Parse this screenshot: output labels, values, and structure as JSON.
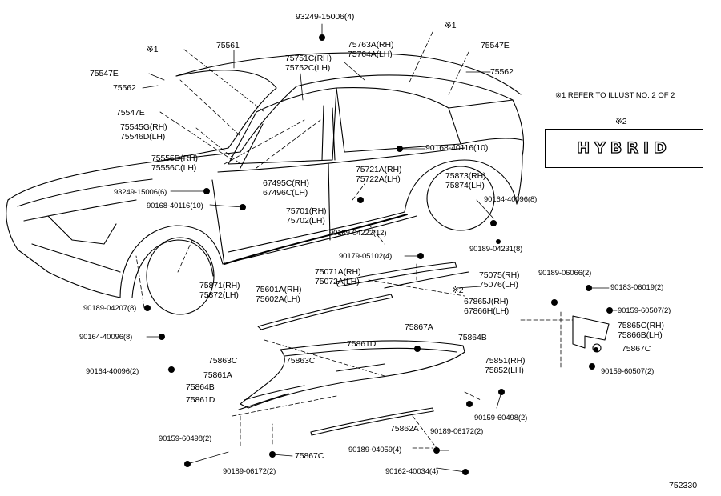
{
  "note": "※1 REFER TO ILLUST NO. 2 OF 2",
  "badge_marker": "※2",
  "badge_text": "HYBRID",
  "drawing_number": "752330",
  "callouts": [
    {
      "id": "p93249_15006_4_top",
      "text": "93249-15006(4)"
    },
    {
      "id": "mark1_left",
      "text": "※1"
    },
    {
      "id": "mark1_top",
      "text": "※1"
    },
    {
      "id": "p75561",
      "text": "75561"
    },
    {
      "id": "p75763a",
      "text": "75763A(RH)"
    },
    {
      "id": "p75764a",
      "text": "75764A(LH)"
    },
    {
      "id": "p75547e_right",
      "text": "75547E"
    },
    {
      "id": "p75547e_left",
      "text": "75547E"
    },
    {
      "id": "p75751c",
      "text": "75751C(RH)"
    },
    {
      "id": "p75752c",
      "text": "75752C(LH)"
    },
    {
      "id": "p75562_left",
      "text": "75562"
    },
    {
      "id": "p75562_right",
      "text": "75562"
    },
    {
      "id": "p75547e_mid",
      "text": "75547E"
    },
    {
      "id": "p75545g",
      "text": "75545G(RH)"
    },
    {
      "id": "p75546d",
      "text": "75546D(LH)"
    },
    {
      "id": "p90168_40116_10_right",
      "text": "90168-40116(10)"
    },
    {
      "id": "p75555d",
      "text": "75555D(RH)"
    },
    {
      "id": "p75556c",
      "text": "75556C(LH)"
    },
    {
      "id": "p75721a",
      "text": "75721A(RH)"
    },
    {
      "id": "p75722a",
      "text": "75722A(LH)"
    },
    {
      "id": "p75873",
      "text": "75873(RH)"
    },
    {
      "id": "p75874",
      "text": "75874(LH)"
    },
    {
      "id": "p67495c",
      "text": "67495C(RH)"
    },
    {
      "id": "p67496c",
      "text": "67496C(LH)"
    },
    {
      "id": "p93249_15006_6",
      "text": "93249-15006(6)"
    },
    {
      "id": "p90164_40096_8_right",
      "text": "90164-40096(8)"
    },
    {
      "id": "p90168_40116_10_left",
      "text": "90168-40116(10)"
    },
    {
      "id": "p75701",
      "text": "75701(RH)"
    },
    {
      "id": "p75702",
      "text": "75702(LH)"
    },
    {
      "id": "p90189_04222",
      "text": "90189-04222(12)"
    },
    {
      "id": "p90189_04231",
      "text": "90189-04231(8)"
    },
    {
      "id": "p90179_05102",
      "text": "90179-05102(4)"
    },
    {
      "id": "p75071a",
      "text": "75071A(RH)"
    },
    {
      "id": "p75072a",
      "text": "75072A(LH)"
    },
    {
      "id": "p75075",
      "text": "75075(RH)"
    },
    {
      "id": "p75076",
      "text": "75076(LH)"
    },
    {
      "id": "p75871",
      "text": "75871(RH)"
    },
    {
      "id": "p75872",
      "text": "75872(LH)"
    },
    {
      "id": "p75601a",
      "text": "75601A(RH)"
    },
    {
      "id": "p75602a",
      "text": "75602A(LH)"
    },
    {
      "id": "mark2",
      "text": "※2"
    },
    {
      "id": "p67865j",
      "text": "67865J(RH)"
    },
    {
      "id": "p67866h",
      "text": "67866H(LH)"
    },
    {
      "id": "p90189_06066",
      "text": "90189-06066(2)"
    },
    {
      "id": "p90183_06019",
      "text": "90183-06019(2)"
    },
    {
      "id": "p90159_60507_top",
      "text": "90159-60507(2)"
    },
    {
      "id": "p90189_04207",
      "text": "90189-04207(8)"
    },
    {
      "id": "p75865c",
      "text": "75865C(RH)"
    },
    {
      "id": "p75866b",
      "text": "75866B(LH)"
    },
    {
      "id": "p75867a",
      "text": "75867A"
    },
    {
      "id": "p75864b_right",
      "text": "75864B"
    },
    {
      "id": "p90164_40096_8_left",
      "text": "90164-40096(8)"
    },
    {
      "id": "p75867c_right",
      "text": "75867C"
    },
    {
      "id": "p75861d_top",
      "text": "75861D"
    },
    {
      "id": "p75863c_left",
      "text": "75863C"
    },
    {
      "id": "p75863c_right",
      "text": "75863C"
    },
    {
      "id": "p75851",
      "text": "75851(RH)"
    },
    {
      "id": "p75852",
      "text": "75852(LH)"
    },
    {
      "id": "p90164_40096_2",
      "text": "90164-40096(2)"
    },
    {
      "id": "p90159_60507_bottom",
      "text": "90159-60507(2)"
    },
    {
      "id": "p75861a",
      "text": "75861A"
    },
    {
      "id": "p75864b_left",
      "text": "75864B"
    },
    {
      "id": "p75861d_left",
      "text": "75861D"
    },
    {
      "id": "p90159_60498_right",
      "text": "90159-60498(2)"
    },
    {
      "id": "p75862a",
      "text": "75862A"
    },
    {
      "id": "p90189_06172_right",
      "text": "90189-06172(2)"
    },
    {
      "id": "p90159_60498_left",
      "text": "90159-60498(2)"
    },
    {
      "id": "p90189_04059",
      "text": "90189-04059(4)"
    },
    {
      "id": "p75867c_bottom",
      "text": "75867C"
    },
    {
      "id": "p90189_06172_left",
      "text": "90189-06172(2)"
    },
    {
      "id": "p90162_40034",
      "text": "90162-40034(4)"
    }
  ]
}
